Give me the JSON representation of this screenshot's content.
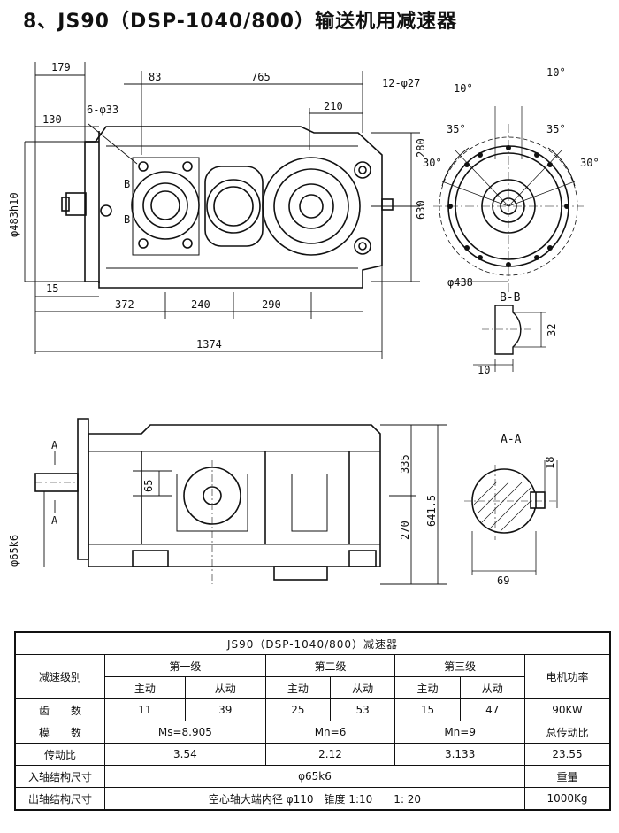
{
  "title": "8、JS90（DSP-1040/800）输送机用减速器",
  "drawing": {
    "top_dims": {
      "d179": "179",
      "d83": "83",
      "d765": "765",
      "d130": "130",
      "holes6": "6-φ33",
      "d210": "210",
      "d280": "280",
      "d630": "630",
      "d483": "φ483h10",
      "d15": "15",
      "d372": "372",
      "d240": "240",
      "d290": "290",
      "d1374": "1374",
      "b1": "B",
      "b2": "B"
    },
    "side_view": {
      "holes12": "12-φ27",
      "a10a": "10°",
      "a10b": "10°",
      "a35a": "35°",
      "a35b": "35°",
      "a30a": "30°",
      "a30b": "30°",
      "d438": "φ438"
    },
    "section_bb": {
      "label": "B-B",
      "d32": "32",
      "d10": "10"
    },
    "front_dims": {
      "d65": "65",
      "d335": "335",
      "d6415": "641.5",
      "d270": "270",
      "d65k6": "φ65k6",
      "a1": "A",
      "a2": "A"
    },
    "section_aa": {
      "label": "A-A",
      "d18": "18",
      "d69": "69"
    }
  },
  "table": {
    "caption": "JS90（DSP-1040/800）减速器",
    "h_stage": "减速级别",
    "h_first": "第一级",
    "h_second": "第二级",
    "h_third": "第三级",
    "h_motor": "电机功率",
    "drive": "主动",
    "driven": "从动",
    "r_teeth": "齿　　数",
    "teeth": [
      "11",
      "39",
      "25",
      "53",
      "15",
      "47"
    ],
    "motor_power": "90KW",
    "r_module": "模　　数",
    "mod1": "Ms=8.905",
    "mod2": "Mn=6",
    "mod3": "Mn=9",
    "h_total": "总传动比",
    "r_ratio": "传动比",
    "ratio1": "3.54",
    "ratio2": "2.12",
    "ratio3": "3.133",
    "total_ratio": "23.55",
    "r_input": "入轴结构尺寸",
    "input_val": "φ65k6",
    "h_weight": "重量",
    "r_output": "出轴结构尺寸",
    "output_val": "空心轴大端内径 φ110　锥度 1:10　　1: 20",
    "weight": "1000Kg"
  }
}
